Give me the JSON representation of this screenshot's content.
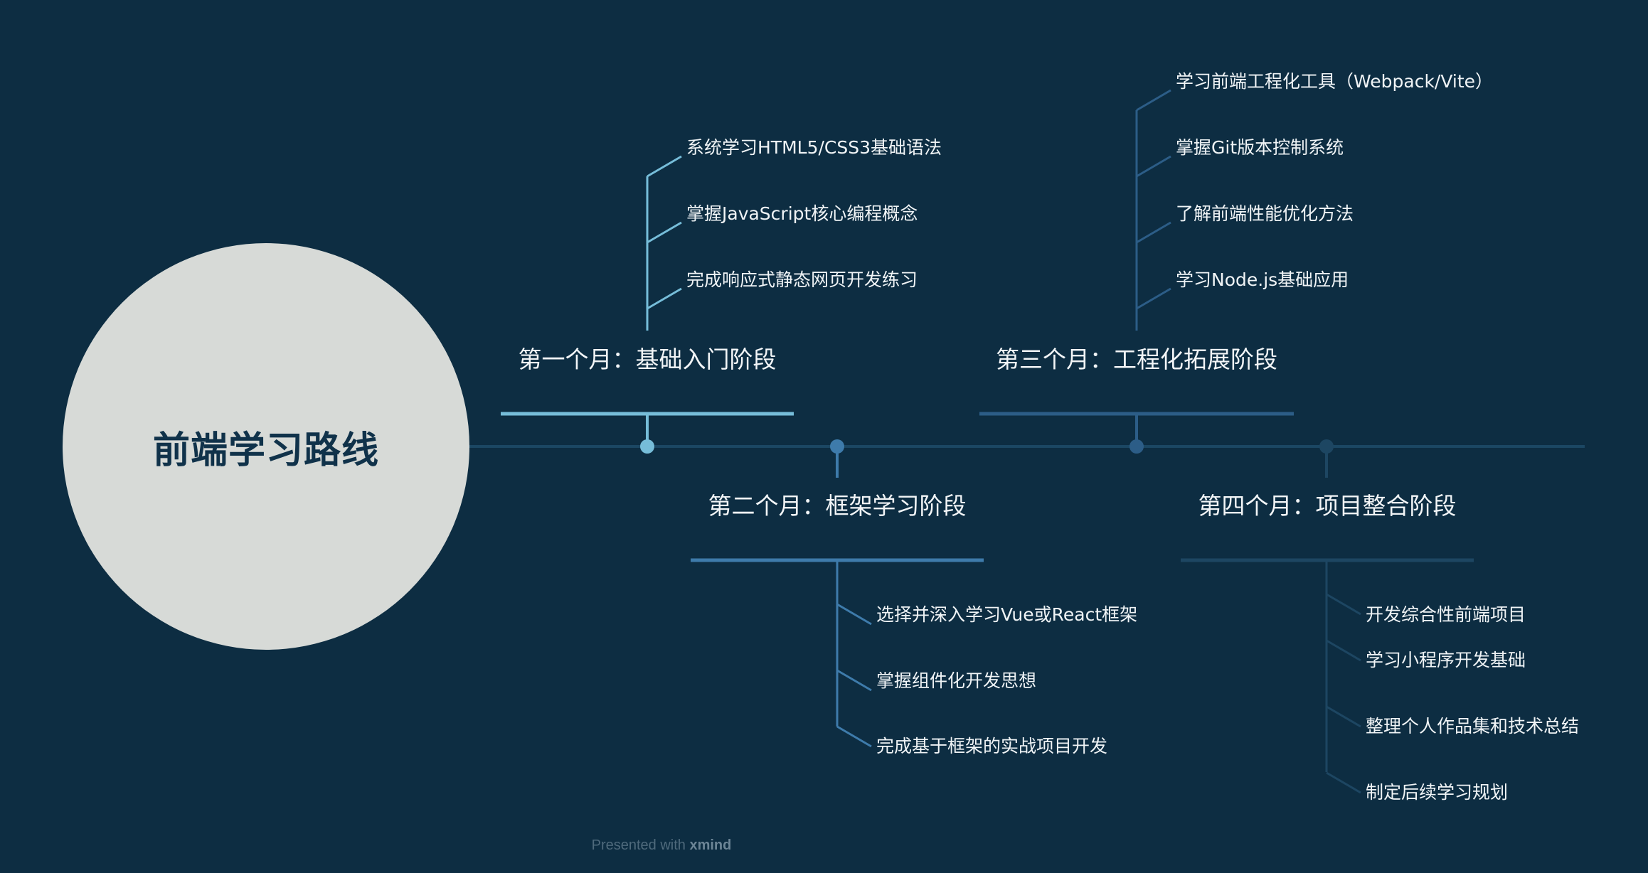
{
  "central": {
    "title": "前端学习路线"
  },
  "phases": [
    {
      "title": "第一个月：基础入门阶段",
      "color": "#76bdd9",
      "items": [
        "系统学习HTML5/CSS3基础语法",
        "掌握JavaScript核心编程概念",
        "完成响应式静态网页开发练习"
      ]
    },
    {
      "title": "第二个月：框架学习阶段",
      "color": "#3e7bab",
      "items": [
        "选择并深入学习Vue或React框架",
        "掌握组件化开发思想",
        "完成基于框架的实战项目开发"
      ]
    },
    {
      "title": "第三个月：工程化拓展阶段",
      "color": "#2c5d87",
      "items": [
        "学习前端工程化工具（Webpack/Vite）",
        "掌握Git版本控制系统",
        "了解前端性能优化方法",
        "学习Node.js基础应用"
      ]
    },
    {
      "title": "第四个月：项目整合阶段",
      "color": "#1d4662",
      "items": [
        "开发综合性前端项目",
        "学习小程序开发基础",
        "整理个人作品集和技术总结",
        "制定后续学习规划"
      ]
    }
  ],
  "timeline": {
    "color": "#1b4763"
  },
  "footer": {
    "prefix": "Presented with ",
    "brand": "xmind"
  }
}
